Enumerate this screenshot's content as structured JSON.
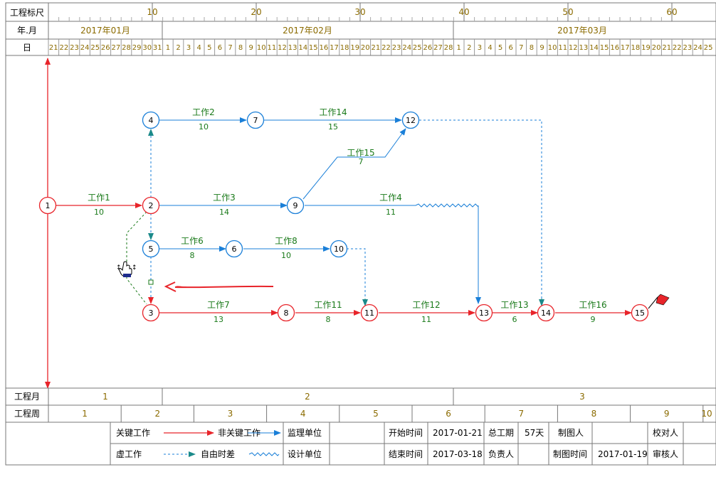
{
  "header": {
    "scale_label": "工程标尺",
    "month_label": "年.月",
    "day_label": "日",
    "scale_ticks": [
      "10",
      "20",
      "30",
      "40",
      "50",
      "60"
    ],
    "months": [
      "2017年01月",
      "2017年02月",
      "2017年03月"
    ],
    "days_jan": [
      "21",
      "22",
      "23",
      "24",
      "25",
      "26",
      "27",
      "28",
      "29",
      "30",
      "31"
    ],
    "days_feb": [
      "1",
      "2",
      "3",
      "4",
      "5",
      "6",
      "7",
      "8",
      "9",
      "10",
      "11",
      "12",
      "13",
      "14",
      "15",
      "16",
      "17",
      "18",
      "19",
      "20",
      "21",
      "22",
      "23",
      "24",
      "25",
      "26",
      "27",
      "28"
    ],
    "days_mar": [
      "1",
      "2",
      "3",
      "4",
      "5",
      "6",
      "7",
      "8",
      "9",
      "10",
      "11",
      "12",
      "13",
      "14",
      "15",
      "16",
      "17",
      "18",
      "19",
      "20",
      "21",
      "22",
      "23",
      "24",
      "25"
    ]
  },
  "footer": {
    "month_label": "工程月",
    "months": [
      "1",
      "2",
      "3"
    ],
    "week_label": "工程周",
    "weeks": [
      "1",
      "2",
      "3",
      "4",
      "5",
      "6",
      "7",
      "8",
      "9",
      "10"
    ]
  },
  "legend": {
    "critical": "关键工作",
    "noncritical": "非关键工作",
    "dummy": "虚工作",
    "free_float": "自由时差",
    "supervisor": "监理单位",
    "designer": "设计单位",
    "start_label": "开始时间",
    "start_value": "2017-01-21",
    "end_label": "结束时间",
    "end_value": "2017-03-18",
    "duration_label": "总工期",
    "duration_value": "57天",
    "owner_label": "负责人",
    "drafter_label": "制图人",
    "draft_time_label": "制图时间",
    "draft_time_value": "2017-01-19",
    "checker_label": "校对人",
    "reviewer_label": "审核人"
  },
  "colors": {
    "critical": "#e8242a",
    "noncritical": "#1a7fd8",
    "dummy": "#1a7fd8",
    "free_float": "#1a7fd8",
    "label": "#1a7a1a",
    "teal": "#1b8a8a"
  },
  "network": {
    "nodes": [
      {
        "id": "1",
        "critical": true
      },
      {
        "id": "2",
        "critical": true
      },
      {
        "id": "3",
        "critical": true
      },
      {
        "id": "4",
        "critical": false
      },
      {
        "id": "5",
        "critical": false
      },
      {
        "id": "6",
        "critical": false
      },
      {
        "id": "7",
        "critical": false
      },
      {
        "id": "8",
        "critical": true
      },
      {
        "id": "9",
        "critical": false
      },
      {
        "id": "10",
        "critical": false
      },
      {
        "id": "11",
        "critical": true
      },
      {
        "id": "12",
        "critical": false
      },
      {
        "id": "13",
        "critical": true
      },
      {
        "id": "14",
        "critical": true
      },
      {
        "id": "15",
        "critical": true
      }
    ],
    "activities": [
      {
        "name": "工作1",
        "duration": "10",
        "from": "1",
        "to": "2",
        "critical": true
      },
      {
        "name": "工作2",
        "duration": "10",
        "from": "4",
        "to": "7",
        "critical": false
      },
      {
        "name": "工作14",
        "duration": "15",
        "from": "7",
        "to": "12",
        "critical": false
      },
      {
        "name": "工作15",
        "duration": "7",
        "from": "9",
        "to": "12",
        "critical": false
      },
      {
        "name": "工作3",
        "duration": "14",
        "from": "2",
        "to": "9",
        "critical": false
      },
      {
        "name": "工作4",
        "duration": "11",
        "from": "9",
        "to": "13",
        "critical": false
      },
      {
        "name": "工作6",
        "duration": "8",
        "from": "5",
        "to": "6",
        "critical": false
      },
      {
        "name": "工作8",
        "duration": "10",
        "from": "6",
        "to": "10",
        "critical": false
      },
      {
        "name": "工作7",
        "duration": "13",
        "from": "3",
        "to": "8",
        "critical": true
      },
      {
        "name": "工作11",
        "duration": "8",
        "from": "8",
        "to": "11",
        "critical": true
      },
      {
        "name": "工作12",
        "duration": "11",
        "from": "11",
        "to": "13",
        "critical": true
      },
      {
        "name": "工作13",
        "duration": "6",
        "from": "13",
        "to": "14",
        "critical": true
      },
      {
        "name": "工作16",
        "duration": "9",
        "from": "14",
        "to": "15",
        "critical": true
      }
    ]
  }
}
